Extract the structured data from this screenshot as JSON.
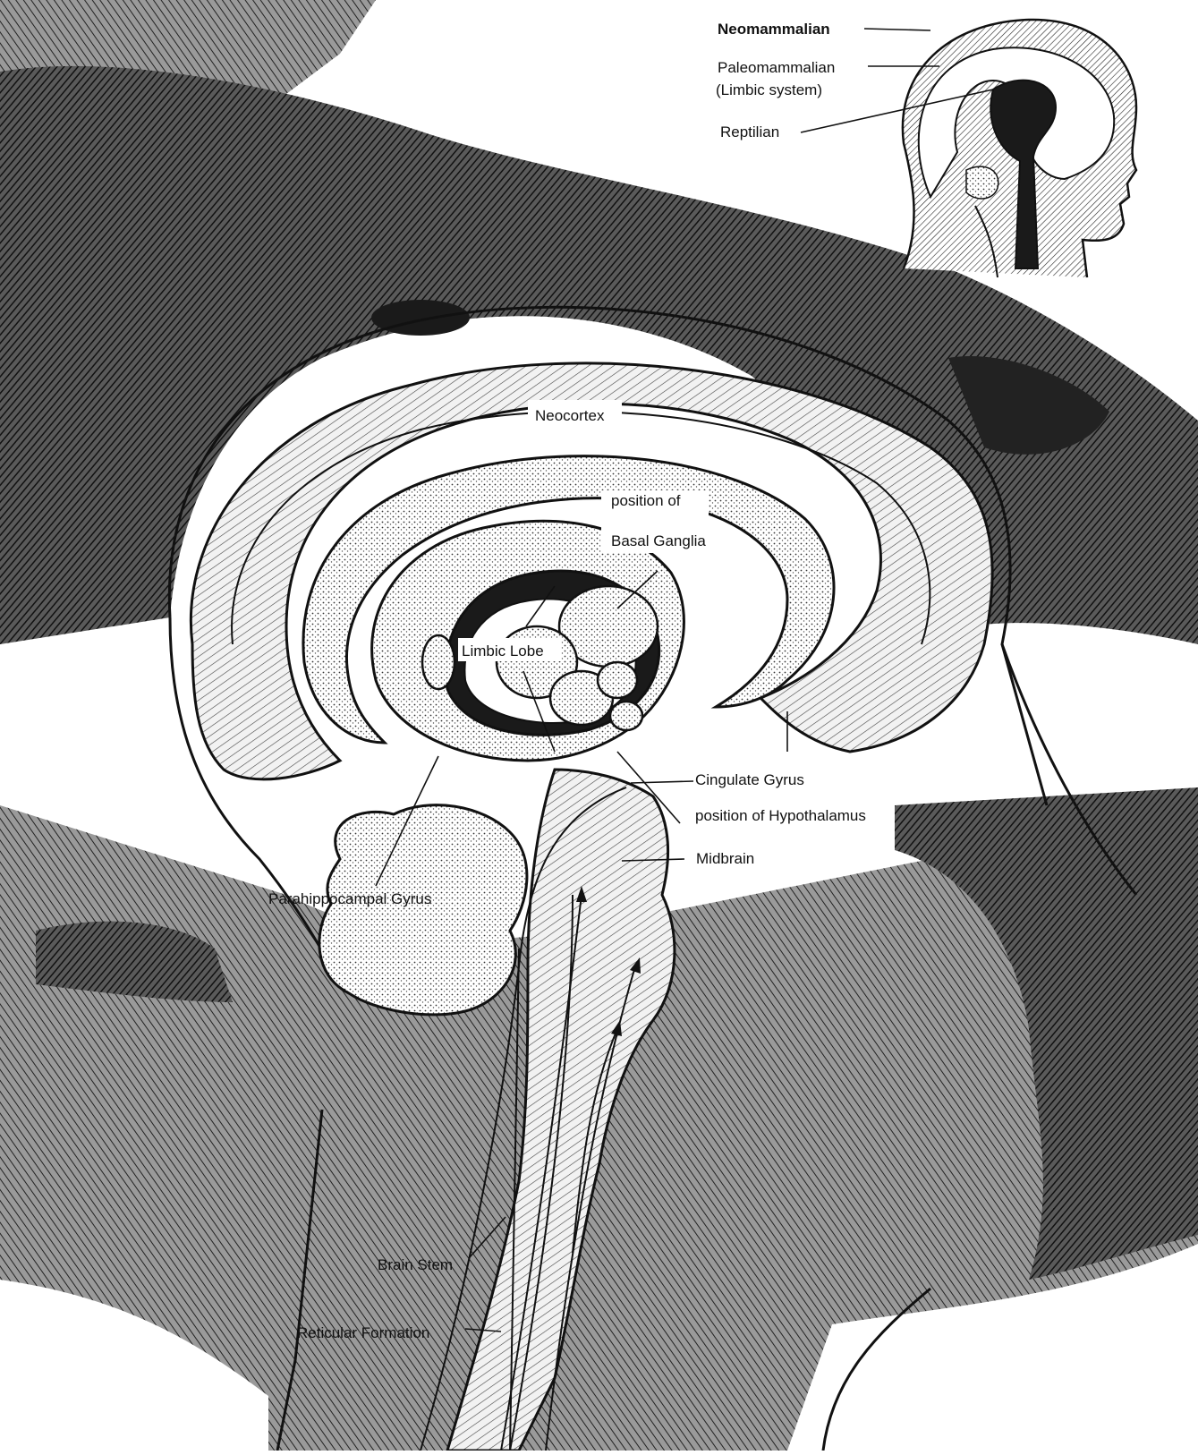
{
  "inset": {
    "labels": {
      "neomammalian": "Neomammalian",
      "paleomammalian": "Paleomammalian",
      "limbic_system": "(Limbic system)",
      "reptilian": "Reptilian"
    }
  },
  "main": {
    "labels": {
      "neocortex": "Neocortex",
      "position_of_1": "position of",
      "basal_ganglia": "Basal Ganglia",
      "limbic_lobe": "Limbic Lobe",
      "cingulate_gyrus": "Cingulate Gyrus",
      "hypothalamus": "position of Hypothalamus",
      "midbrain": "Midbrain",
      "parahippocampal_gyrus": "Parahippocampal Gyrus",
      "brain_stem": "Brain Stem",
      "reticular_formation": "Reticular Formation"
    }
  },
  "colors": {
    "ink": "#111111",
    "paper": "#ffffff",
    "shade_dark": "#4a4a4a",
    "shade_mid": "#8a8a8a",
    "shade_light": "#c8c8c8"
  }
}
